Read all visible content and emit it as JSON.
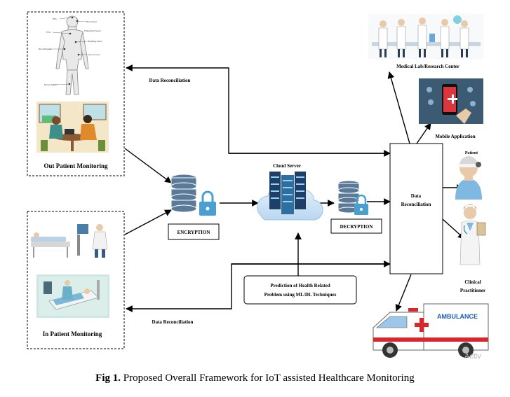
{
  "out_patient": {
    "title": "Out Patient Monitoring",
    "sensor_labels": [
      "EEG",
      "Head Sensor",
      "Temperature Sensor",
      "ECG",
      "Breathing Sensor",
      "Blood Pressure",
      "Glucose Level",
      "Motion Sensor"
    ]
  },
  "in_patient": {
    "title": "In Patient Monitoring"
  },
  "reconciliation_top": "Data Reconciliation",
  "reconciliation_bottom": "Data Reconciliation",
  "encryption": "ENCRYPTION",
  "decryption": "DECRYPTION",
  "cloud": "Cloud Server",
  "prediction": {
    "line1": "Prediction of Health Related",
    "line2": "Problem using ML/DL Techniques"
  },
  "central": {
    "line1": "Data",
    "line2": "Reconciliation"
  },
  "medical_lab": "Medical Lab/Research Center",
  "mobile_app": "Mobile Application",
  "patient": "Patient",
  "clinical": {
    "line1": "Clinical",
    "line2": "Practitioner"
  },
  "ambulance": "AMBULANCE",
  "watermark": "Activ",
  "caption": {
    "bold": "Fig 1.",
    "rest": " Proposed Overall Framework for IoT assisted Healthcare Monitoring"
  },
  "colors": {
    "ambulance_red": "#d8262b",
    "ambulance_text": "#1a5fb4",
    "server_blue": "#2f6fa0",
    "cloud": "#cfe4f6"
  }
}
